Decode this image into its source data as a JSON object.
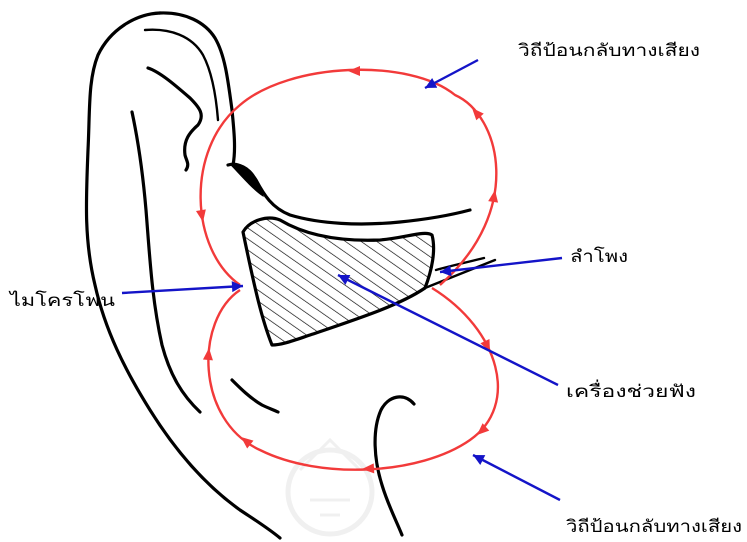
{
  "labels": {
    "feedback_path_top": "วิถีป้อนกลับทางเสียง",
    "speaker": "ลำโพง",
    "microphone": "ไมโครโฟน",
    "hearing_aid": "เครื่องช่วยฟัง",
    "feedback_path_bottom": "วิถีป้อนกลับทางเสียง"
  },
  "colors": {
    "feedback_path": "#f23a3a",
    "pointer_arrow": "#1414c8",
    "ear_outline": "#000000",
    "background": "#ffffff"
  }
}
